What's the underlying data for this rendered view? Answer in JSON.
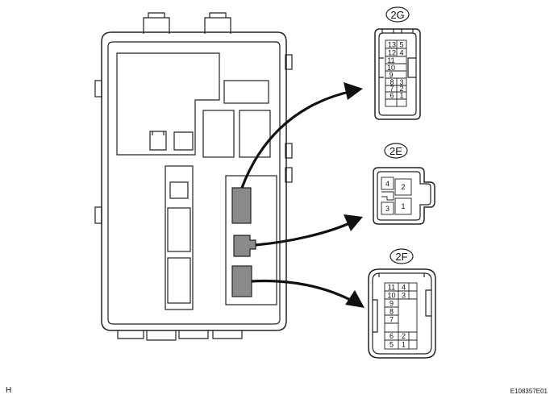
{
  "connectors": {
    "c2g": {
      "label": "2G",
      "pins": [
        "13",
        "5",
        "12",
        "4",
        "11",
        "10",
        "9",
        "8",
        "3",
        "7",
        "2",
        "6",
        "1"
      ]
    },
    "c2e": {
      "label": "2E",
      "pins": [
        "4",
        "2",
        "3",
        "1"
      ]
    },
    "c2f": {
      "label": "2F",
      "pins": [
        "11",
        "4",
        "10",
        "3",
        "9",
        "8",
        "7",
        "6",
        "2",
        "5",
        "1"
      ]
    }
  },
  "footer": {
    "left_mark": "H",
    "figure_code": "E108357E01"
  }
}
